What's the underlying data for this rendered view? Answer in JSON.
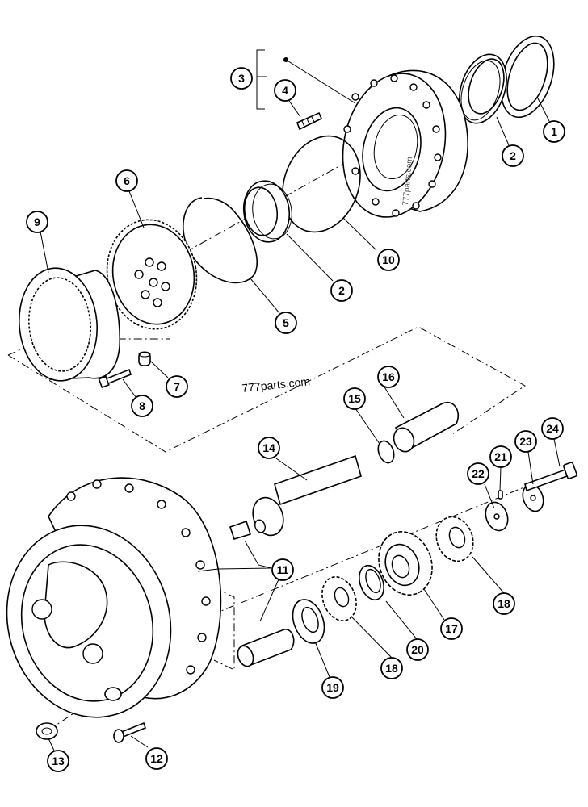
{
  "watermark": {
    "main": "777parts.com",
    "hub": "777parts.com"
  },
  "callouts": [
    "1",
    "2",
    "3",
    "4",
    "2",
    "5",
    "6",
    "7",
    "8",
    "9",
    "10",
    "11",
    "12",
    "13",
    "14",
    "15",
    "16",
    "17",
    "18",
    "18",
    "19",
    "20",
    "21",
    "22",
    "23",
    "24"
  ]
}
